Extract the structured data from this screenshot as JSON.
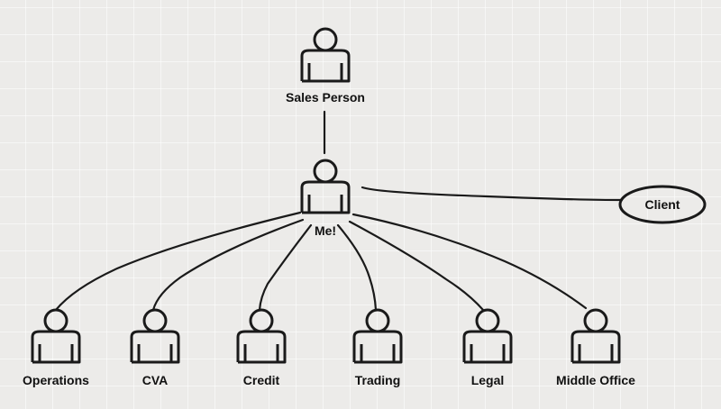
{
  "colors": {
    "background": "#ecebe9",
    "grid": "#ffffff",
    "ink": "#1a1a1a"
  },
  "nodes": {
    "sales_person": {
      "label": "Sales Person",
      "icon": "person-icon"
    },
    "me": {
      "label": "Me!",
      "icon": "person-icon"
    },
    "client": {
      "label": "Client",
      "shape": "ellipse"
    },
    "operations": {
      "label": "Operations",
      "icon": "person-icon"
    },
    "cva": {
      "label": "CVA",
      "icon": "person-icon"
    },
    "credit": {
      "label": "Credit",
      "icon": "person-icon"
    },
    "trading": {
      "label": "Trading",
      "icon": "person-icon"
    },
    "legal": {
      "label": "Legal",
      "icon": "person-icon"
    },
    "middle_office": {
      "label": "Middle Office",
      "icon": "person-icon"
    }
  },
  "edges": [
    [
      "sales_person",
      "me"
    ],
    [
      "me",
      "client"
    ],
    [
      "me",
      "operations"
    ],
    [
      "me",
      "cva"
    ],
    [
      "me",
      "credit"
    ],
    [
      "me",
      "trading"
    ],
    [
      "me",
      "legal"
    ],
    [
      "me",
      "middle_office"
    ]
  ]
}
